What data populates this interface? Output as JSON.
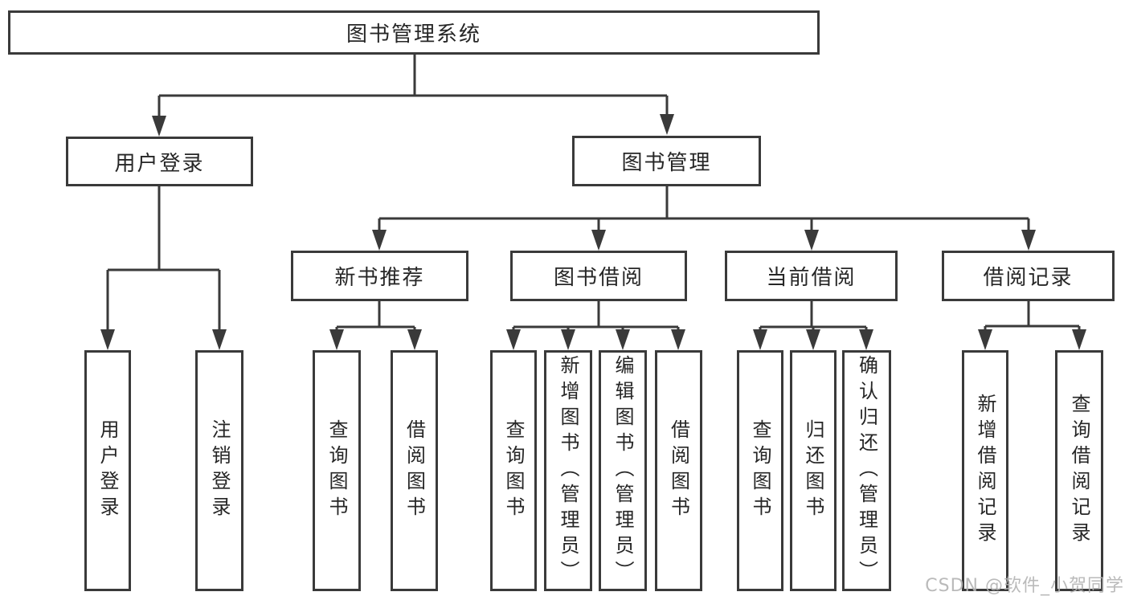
{
  "tree": {
    "root": "图书管理系统",
    "branches": [
      {
        "label": "用户登录",
        "children": [
          "用户登录",
          "注销登录"
        ]
      },
      {
        "label": "图书管理",
        "children": [
          {
            "label": "新书推荐",
            "children": [
              "查询图书",
              "借阅图书"
            ]
          },
          {
            "label": "图书借阅",
            "children": [
              "查询图书",
              "新增图书（管理员）",
              "编辑图书（管理员）",
              "借阅图书"
            ]
          },
          {
            "label": "当前借阅",
            "children": [
              "查询图书",
              "归还图书",
              "确认归还（管理员）"
            ]
          },
          {
            "label": "借阅记录",
            "children": [
              "新增借阅记录",
              "查询借阅记录"
            ]
          }
        ]
      }
    ]
  },
  "watermark": "CSDN @软件_小贺同学",
  "colors": {
    "line": "#3a3a3a",
    "box_border": "#3a3a3a",
    "text": "#262626",
    "watermark": "#b3b3b3",
    "background": "#ffffff"
  }
}
